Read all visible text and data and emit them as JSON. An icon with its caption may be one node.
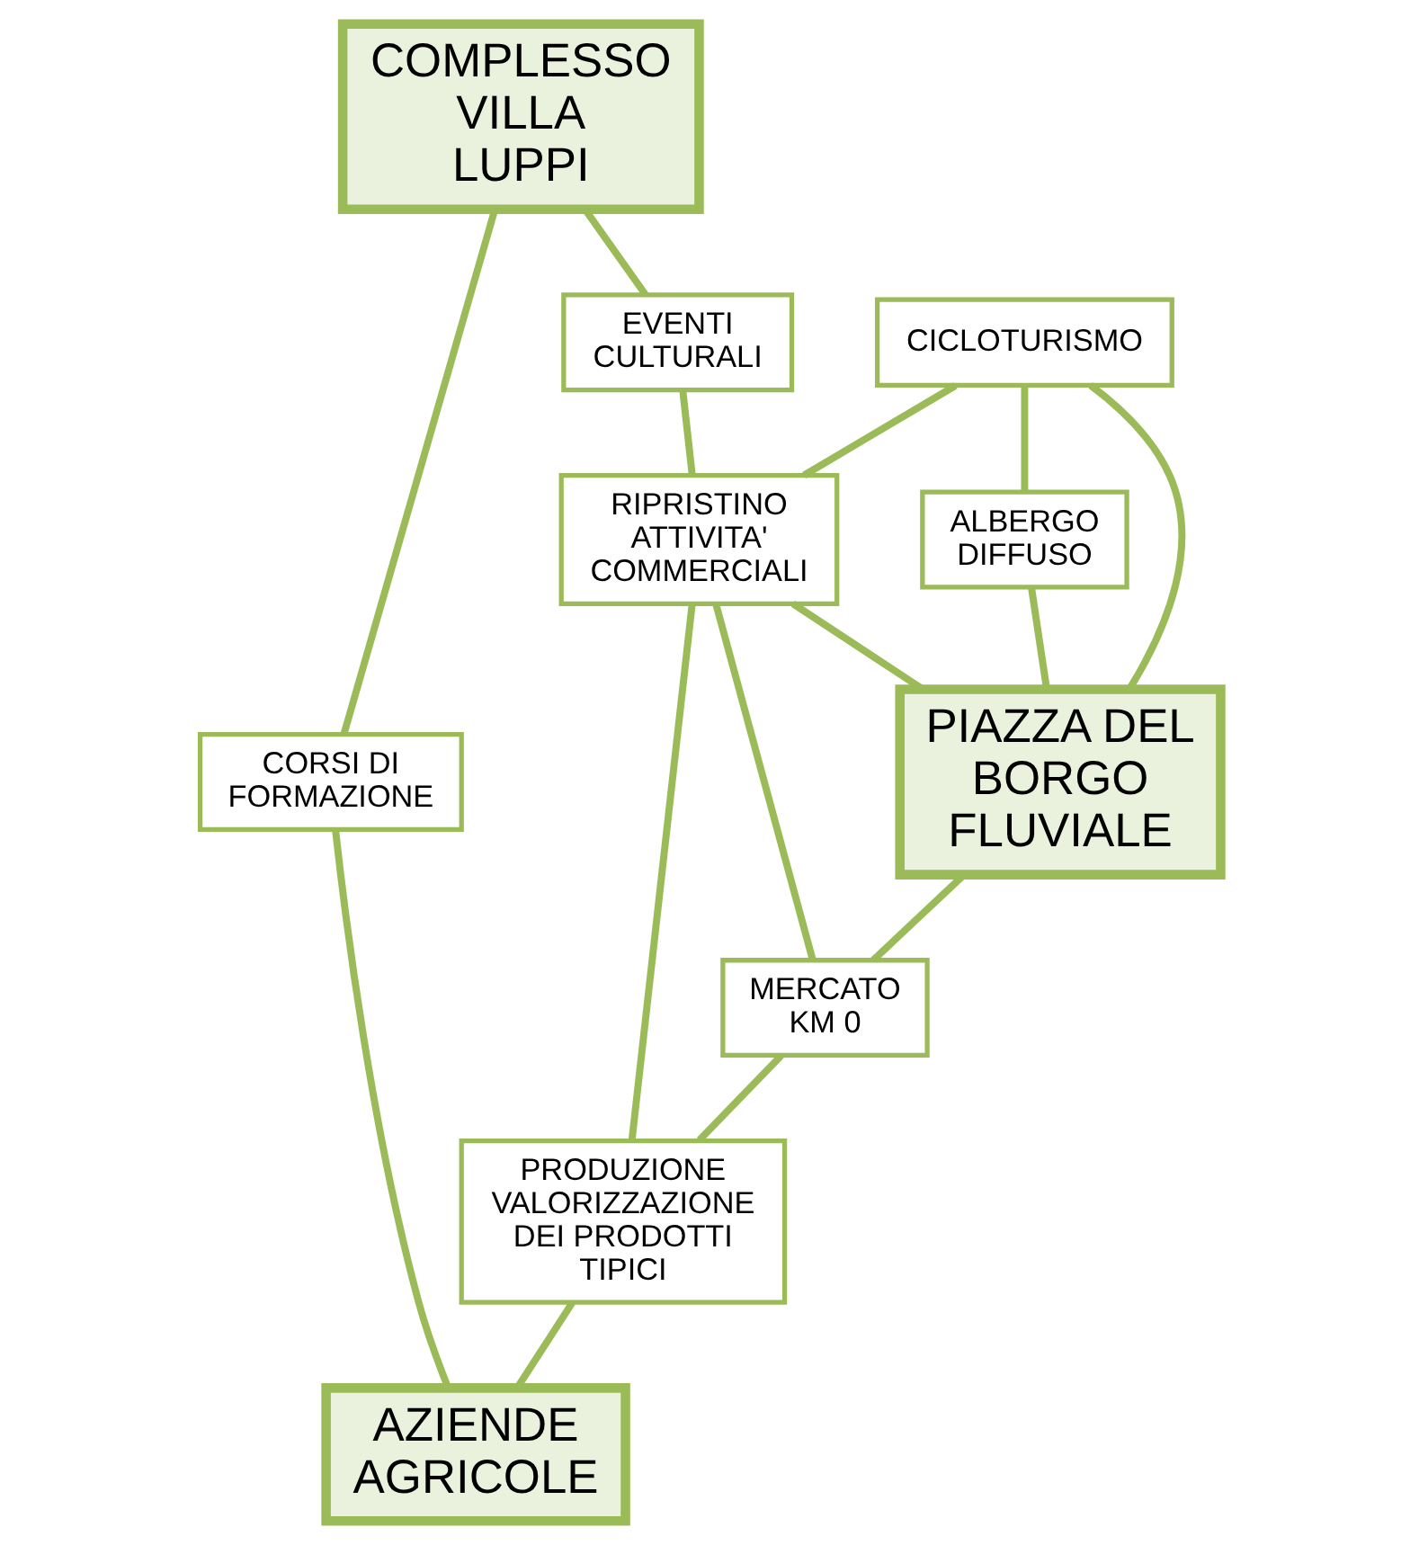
{
  "diagram": {
    "nodes": [
      {
        "text": [
          "COMPLESSO VILLA LUPPI"
        ]
      },
      {
        "text": [
          "EVENTI CULTURALI"
        ]
      },
      {
        "text": [
          "CORSI DI FORMAZIONE"
        ]
      },
      {
        "text": [
          "CICLOTURISMO"
        ]
      },
      {
        "text": [
          "ALBERGO DIFFUSO"
        ]
      },
      {
        "text": [
          "RIPRISTINO ATTIVITA' COMMERCIALI"
        ]
      },
      {
        "text": [
          "PIAZZA DEL BORGO FLUVIALE"
        ]
      },
      {
        "text": [
          "MERCATO KM 0"
        ]
      },
      {
        "text": [
          "PRODUZIONE VALORIZZAZIONE DEI PRODOTTI TIPICI"
        ]
      },
      {
        "text": [
          "AZIENDE AGRICOLE"
        ]
      }
    ],
    "edges": [
      {
        "from": 0,
        "to": 1,
        "arrow": "none"
      },
      {
        "from": 0,
        "to": 2,
        "arrow": "none"
      },
      {
        "from": 2,
        "to": 9,
        "arrow": "none"
      },
      {
        "from": 1,
        "to": 5,
        "arrow": "none"
      },
      {
        "from": 3,
        "to": 5,
        "arrow": "none"
      },
      {
        "from": 3,
        "to": 4,
        "arrow": "none"
      },
      {
        "from": 3,
        "to": 6,
        "arrow": "none"
      },
      {
        "from": 4,
        "to": 6,
        "arrow": "none"
      },
      {
        "from": 5,
        "to": 6,
        "arrow": "none"
      },
      {
        "from": 5,
        "to": 7,
        "arrow": "none"
      },
      {
        "from": 6,
        "to": 7,
        "arrow": "none"
      },
      {
        "from": 5,
        "to": 8,
        "arrow": "none"
      },
      {
        "from": 7,
        "to": 8,
        "arrow": "none"
      },
      {
        "from": 8,
        "to": 9,
        "arrow": "none"
      }
    ]
  }
}
